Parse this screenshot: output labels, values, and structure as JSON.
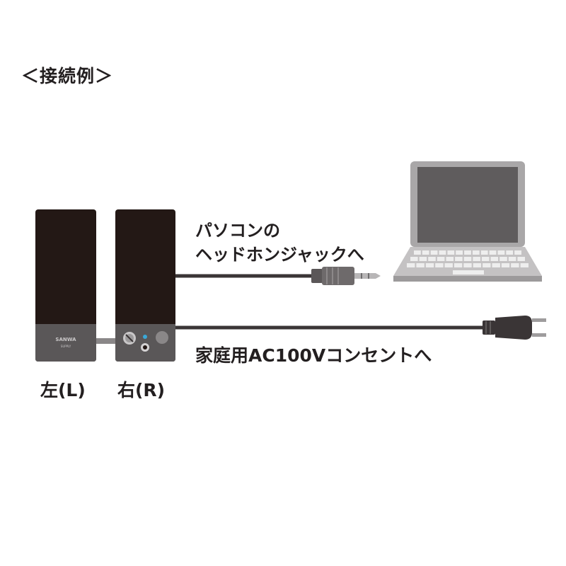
{
  "heading": "＜接続例＞",
  "pc_jack_label_line1": "パソコンの",
  "pc_jack_label_line2": "ヘッドホンジャックへ",
  "outlet_label": "家庭用AC100Vコンセントへ",
  "speaker_left_label": "左(L)",
  "speaker_right_label": "右(R)",
  "brand_logo": "SANWA SUPPLY",
  "colors": {
    "speaker_body": "#231815",
    "speaker_base": "#5a5758",
    "cable": "#3a3536",
    "laptop_frame": "#a9a7a8",
    "laptop_screen": "#5f5c5d",
    "plug": "#3a3536",
    "indicator": "#3aa8d8",
    "text": "#231f20"
  },
  "icons": [
    "speaker-left-icon",
    "speaker-right-icon",
    "laptop-icon",
    "audio-plug-icon",
    "power-plug-icon",
    "volume-knob-icon",
    "headphone-jack-icon",
    "power-led-icon"
  ]
}
